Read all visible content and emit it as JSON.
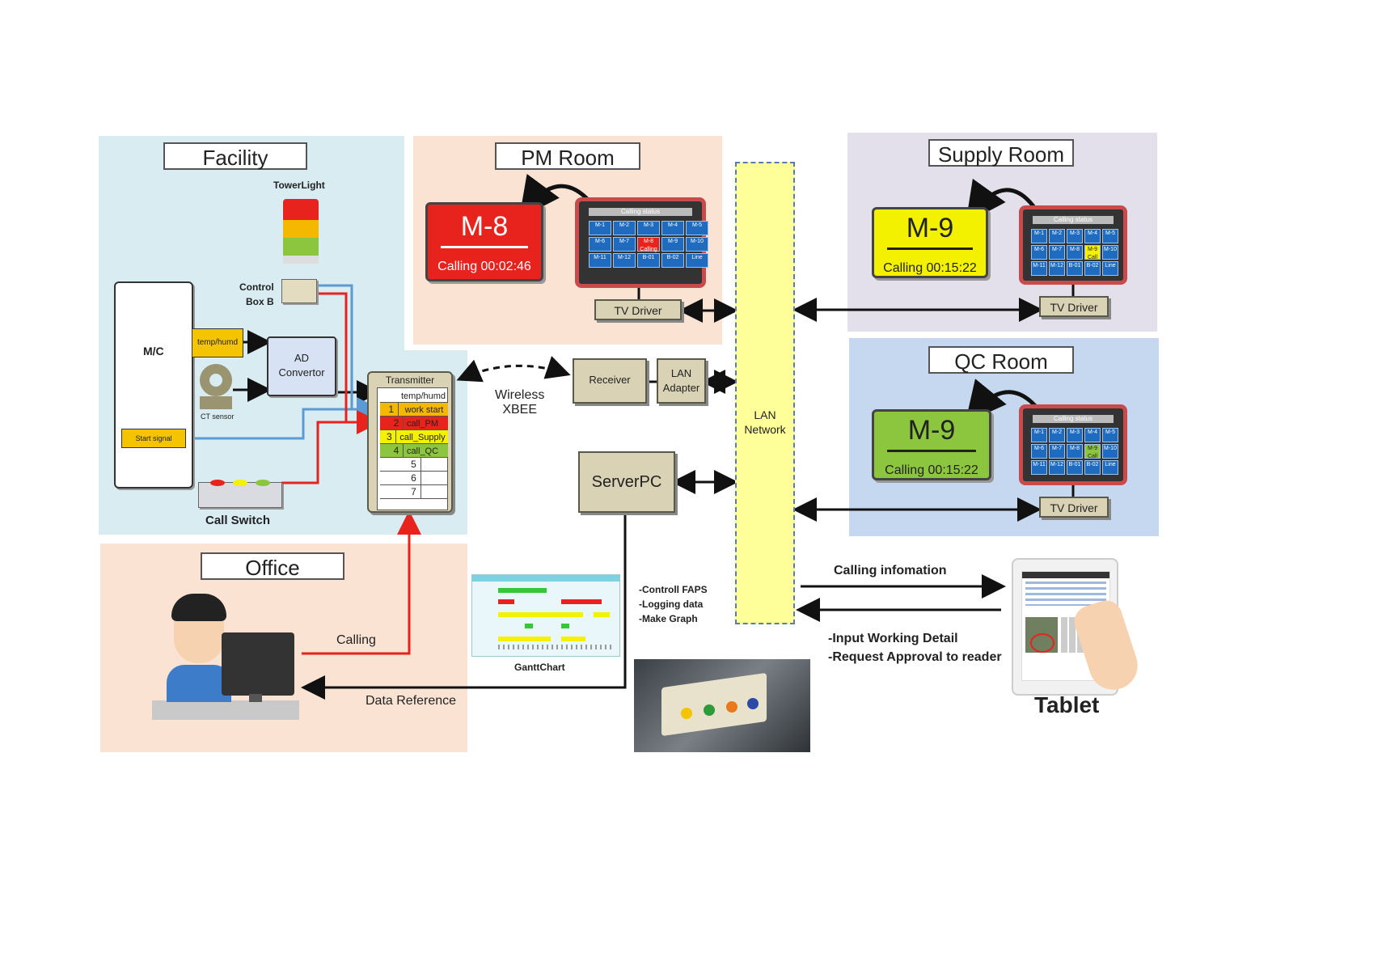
{
  "zones": {
    "facility": "Facility",
    "pm_room": "PM Room",
    "supply_room": "Supply Room",
    "qc_room": "QC Room",
    "office": "Office"
  },
  "facility": {
    "tower_light": "TowerLight",
    "control_box_line1": "Control",
    "control_box_line2": "Box B",
    "mc": "M/C",
    "temp_humd": "temp/humd",
    "ad_line1": "AD",
    "ad_line2": "Convertor",
    "ct_sensor": "CT sensor",
    "start_signal": "Start signal",
    "call_switch": "Call Switch"
  },
  "transmitter": {
    "title": "Transmitter",
    "header": "temp/humd",
    "rows": [
      {
        "num": "1",
        "label": "work start",
        "color": "#f5b800"
      },
      {
        "num": "2",
        "label": "call_PM",
        "color": "#e8231d"
      },
      {
        "num": "3",
        "label": "call_Supply",
        "color": "#f3f000"
      },
      {
        "num": "4",
        "label": "call_QC",
        "color": "#8cc63f"
      },
      {
        "num": "5",
        "label": "",
        "color": ""
      },
      {
        "num": "6",
        "label": "",
        "color": ""
      },
      {
        "num": "7",
        "label": "",
        "color": ""
      }
    ]
  },
  "wireless": {
    "line1": "Wireless",
    "line2": "XBEE"
  },
  "receiver": "Receiver",
  "lan_adapter": {
    "line1": "LAN",
    "line2": "Adapter"
  },
  "lan_network": {
    "line1": "LAN",
    "line2": "Network"
  },
  "server_pc": "ServerPC",
  "server_tasks": [
    "-Controll FAPS",
    "-Logging data",
    "-Make Graph"
  ],
  "gantt_label": "GanttChart",
  "tv_driver": "TV Driver",
  "calling_status": "Calling status",
  "pm_card": {
    "code": "M-8",
    "time": "Calling 00:02:46",
    "bg": "#e8231d",
    "fg": "#ffffff"
  },
  "supply_card": {
    "code": "M-9",
    "time": "Calling 00:15:22",
    "bg": "#f3f000",
    "fg": "#222222"
  },
  "qc_card": {
    "code": "M-9",
    "time": "Calling 00:15:22",
    "bg": "#8cc63f",
    "fg": "#222222"
  },
  "grid_cells": [
    "M-1",
    "M-2",
    "M-3",
    "M-4",
    "M-5",
    "M-6",
    "M-7",
    "M-8",
    "M-9",
    "M-10",
    "M-11",
    "M-12",
    "B-01",
    "B-02",
    "Line"
  ],
  "pm_highlight_text": "Calling",
  "call_text": "Call",
  "office": {
    "calling": "Calling",
    "data_reference": "Data Reference"
  },
  "tablet": {
    "calling_information": "Calling infomation",
    "input_detail": "-Input Working Detail",
    "request_approval": "-Request Approval to reader",
    "label": "Tablet"
  },
  "colors": {
    "facility_bg": "#d9ecf2",
    "pm_bg": "#fbe3d4",
    "supply_bg": "#e3e0ec",
    "qc_bg": "#c5d8ef",
    "office_bg": "#fbe3d4",
    "lan_bg": "#ffff99",
    "red_line": "#e8231d",
    "blue_line": "#5b9bd5"
  }
}
